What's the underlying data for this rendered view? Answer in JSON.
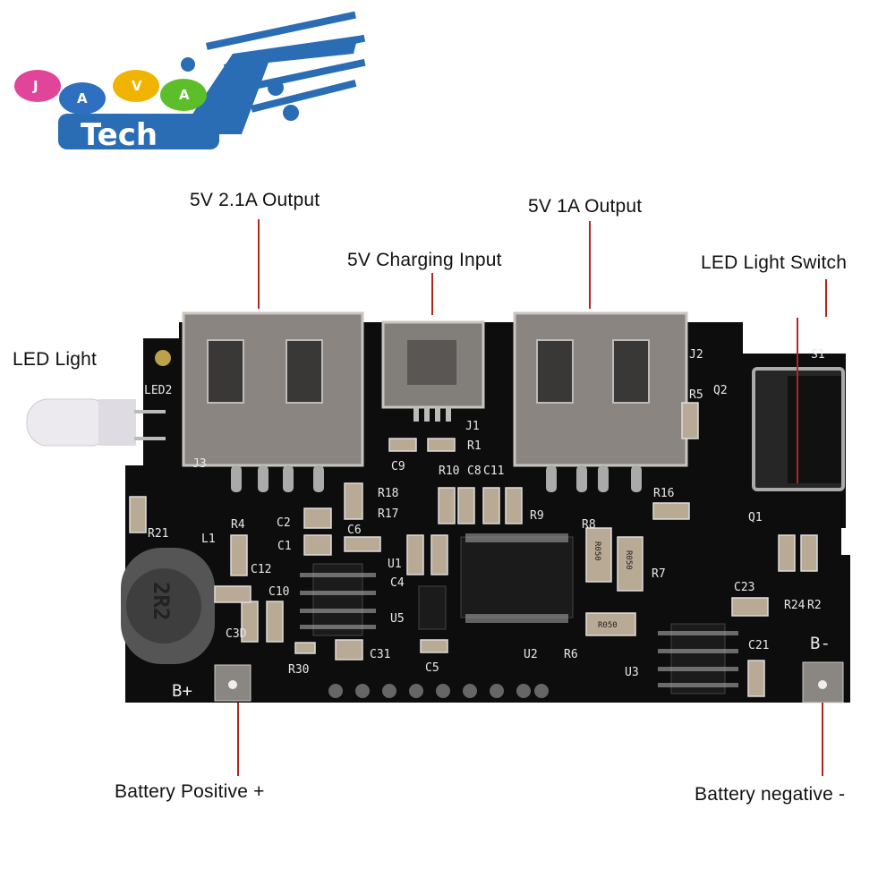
{
  "logo": {
    "letters": [
      "J",
      "A",
      "V",
      "A"
    ],
    "word": "Tech",
    "colors": {
      "j": "#e0459a",
      "a1": "#2f6fc0",
      "v": "#f0b400",
      "a2": "#5cbf2a",
      "brand_blue": "#2a6db5"
    }
  },
  "callouts": {
    "output_21a": "5V 2.1A Output",
    "charging_input": "5V Charging Input",
    "output_1a": "5V 1A Output",
    "led_switch": "LED Light Switch",
    "led_light": "LED Light",
    "battery_positive": "Battery Positive +",
    "battery_negative": "Battery negative -"
  },
  "callout_line_color": "#b3261e",
  "board_color": "#0d0d0d",
  "silkscreen": [
    "LED2",
    "J3",
    "J1",
    "R1",
    "C9",
    "R10",
    "C8",
    "C11",
    "J2",
    "S1",
    "R5",
    "Q2",
    "R16",
    "R18",
    "R17",
    "R9",
    "R21",
    "L1",
    "R4",
    "C2",
    "C1",
    "C6",
    "C12",
    "C10",
    "U1",
    "C4",
    "U5",
    "C3D",
    "R30",
    "C31",
    "C5",
    "U2",
    "R6",
    "R8",
    "R7",
    "Q1",
    "C23",
    "R24",
    "R2",
    "C21",
    "U3",
    "B-",
    "B+",
    "2R2",
    "R050",
    "R050",
    "R050"
  ]
}
